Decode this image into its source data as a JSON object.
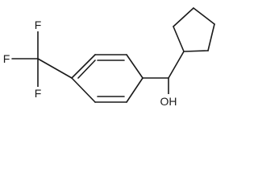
{
  "molecule": {
    "atoms": {
      "f_top": "F",
      "f_left": "F",
      "f_bottom": "F",
      "hydroxyl": "OH"
    }
  }
}
